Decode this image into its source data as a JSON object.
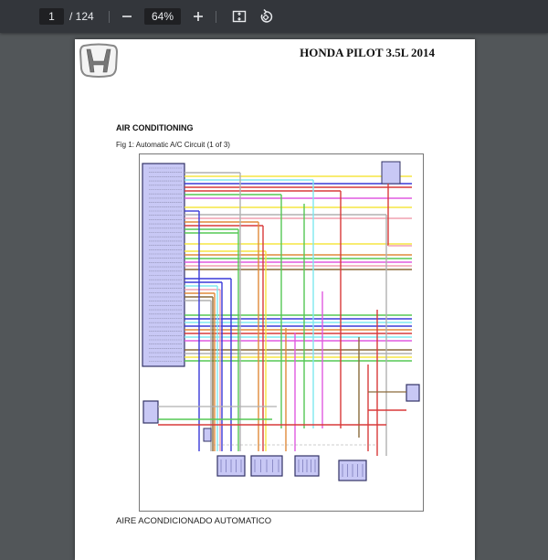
{
  "toolbar": {
    "current_page": "1",
    "total_pages": "/ 124",
    "zoom_level": "64%",
    "zoom_out_icon": "minus-icon",
    "zoom_in_icon": "plus-icon",
    "fit_icon": "fit-page-icon",
    "rotate_icon": "rotate-icon"
  },
  "document": {
    "header_title": "HONDA PILOT 3.5L 2014",
    "logo": "honda-logo",
    "section_title": "AIR CONDITIONING",
    "figure_caption": "Fig 1: Automatic A/C Circuit (1 of 3)",
    "footer_text": "AIRE ACONDICIONADO AUTOMATICO"
  },
  "diagram": {
    "wire_colors": [
      "#f5e642",
      "#7ee8f0",
      "#d93a3a",
      "#3a3ad9",
      "#e08a3a",
      "#55c855",
      "#e05ae0",
      "#f0a0b0",
      "#8a6a3a",
      "#b0b0b0",
      "#8a8a8a"
    ],
    "block_fill": "#c8c8f5",
    "block_stroke": "#333366"
  }
}
